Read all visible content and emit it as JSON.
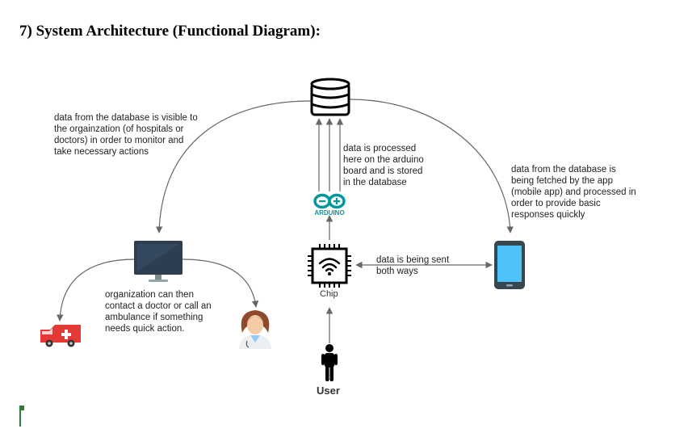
{
  "heading": "7) System Architecture (Functional Diagram):",
  "notes": {
    "org_view": "data from the database is visible to\nthe orgainzation (of hospitals or\ndoctors) in order to monitor and\ntake necessary actions",
    "arduino": "data is processed\nhere on the arduino\nboard and is stored\nin the database",
    "app": "data from the database is\nbeing fetched by the app\n(mobile app) and processed in\norder to provide basic\nresponses quickly",
    "both_ways": "data is being sent\nboth ways",
    "organization_action": "organization can then\ncontact a doctor or call an\nambulance if something\nneeds quick action."
  },
  "labels": {
    "chip": "Chip",
    "user": "User",
    "arduino_logo": "ARDUINO"
  },
  "icons": [
    "database-icon",
    "arduino-icon",
    "chip-icon",
    "phone-icon",
    "monitor-icon",
    "ambulance-icon",
    "doctor-icon",
    "user-icon"
  ],
  "colors": {
    "arrow": "#666666",
    "monitor": "#2f3e4e",
    "arduino": "#00979c",
    "ambulance": "#e53935",
    "phone_screen": "#4fc3f7"
  }
}
